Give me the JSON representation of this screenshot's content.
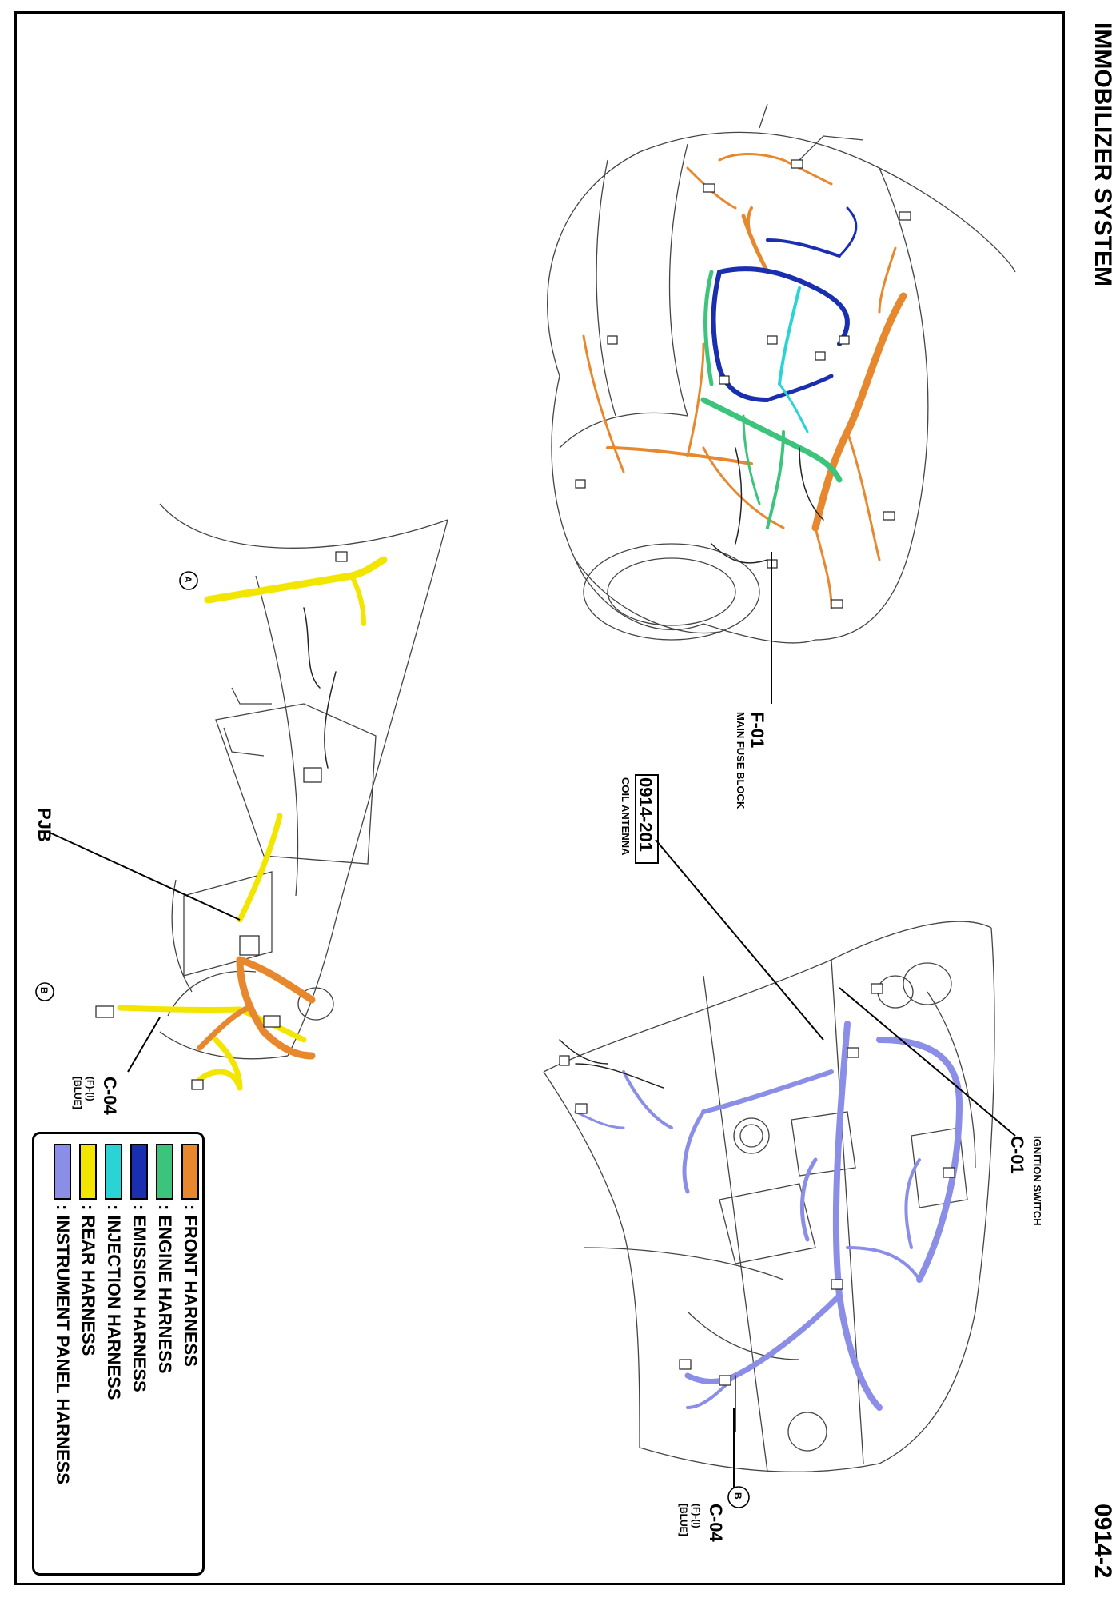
{
  "header": {
    "title": "IMMOBILIZER SYSTEM",
    "page_number": "0914-2"
  },
  "colors": {
    "front": "#e8882e",
    "engine": "#3cc47c",
    "emission": "#1a2fb0",
    "injection": "#2ad4d4",
    "rear": "#f2e600",
    "instrument": "#8a8ee6"
  },
  "callouts": {
    "f01_code": "F-01",
    "f01_name": "MAIN FUSE BLOCK",
    "coil_code": "0914-201",
    "coil_name": "COIL ANTENNA",
    "c01_code": "C-01",
    "c01_name": "IGNITION SWITCH",
    "c04_right_code": "C-04",
    "c04_right_sub": "(F)-(I)",
    "c04_right_color": "[BLUE]",
    "c04_left_code": "C-04",
    "c04_left_sub": "(F)-(I)",
    "c04_left_color": "[BLUE]",
    "pjb": "PJB",
    "marker_a": "A",
    "marker_b": "B",
    "marker_b2": "B"
  },
  "legend": {
    "items": [
      {
        "label": ": FRONT HARNESS",
        "icon": "swatch-orange"
      },
      {
        "label": ": ENGINE HARNESS",
        "icon": "swatch-green"
      },
      {
        "label": ": EMISSION HARNESS",
        "icon": "swatch-blue"
      },
      {
        "label": ": INJECTION HARNESS",
        "icon": "swatch-cyan"
      },
      {
        "label": ": REAR HARNESS",
        "icon": "swatch-yellow"
      },
      {
        "label": ": INSTRUMENT PANEL HARNESS",
        "icon": "swatch-lavender"
      }
    ]
  }
}
